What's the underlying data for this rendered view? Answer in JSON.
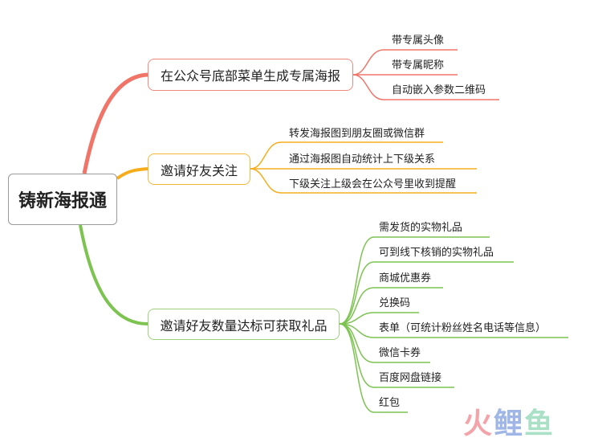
{
  "root": {
    "label": "铸新海报通"
  },
  "branches": [
    {
      "label": "在公众号底部菜单生成专属海报",
      "color": "#f07568",
      "leaves": [
        "带专属头像",
        "带专属昵称",
        "自动嵌入参数二维码"
      ]
    },
    {
      "label": "邀请好友关注",
      "color": "#f5ad1b",
      "leaves": [
        "转发海报图到朋友圈或微信群",
        "通过海报图自动统计上下级关系",
        "下级关注上级会在公众号里收到提醒"
      ]
    },
    {
      "label": "邀请好友数量达标可获取礼品",
      "color": "#7cc350",
      "leaves": [
        "需发货的实物礼品",
        "可到线下核销的实物礼品",
        "商城优惠券",
        "兑换码",
        "表单（可统计粉丝姓名电话等信息）",
        "微信卡券",
        "百度网盘链接",
        "红包"
      ]
    }
  ],
  "watermark": {
    "c1": "火",
    "c2": "鲤",
    "c3": "鱼"
  }
}
